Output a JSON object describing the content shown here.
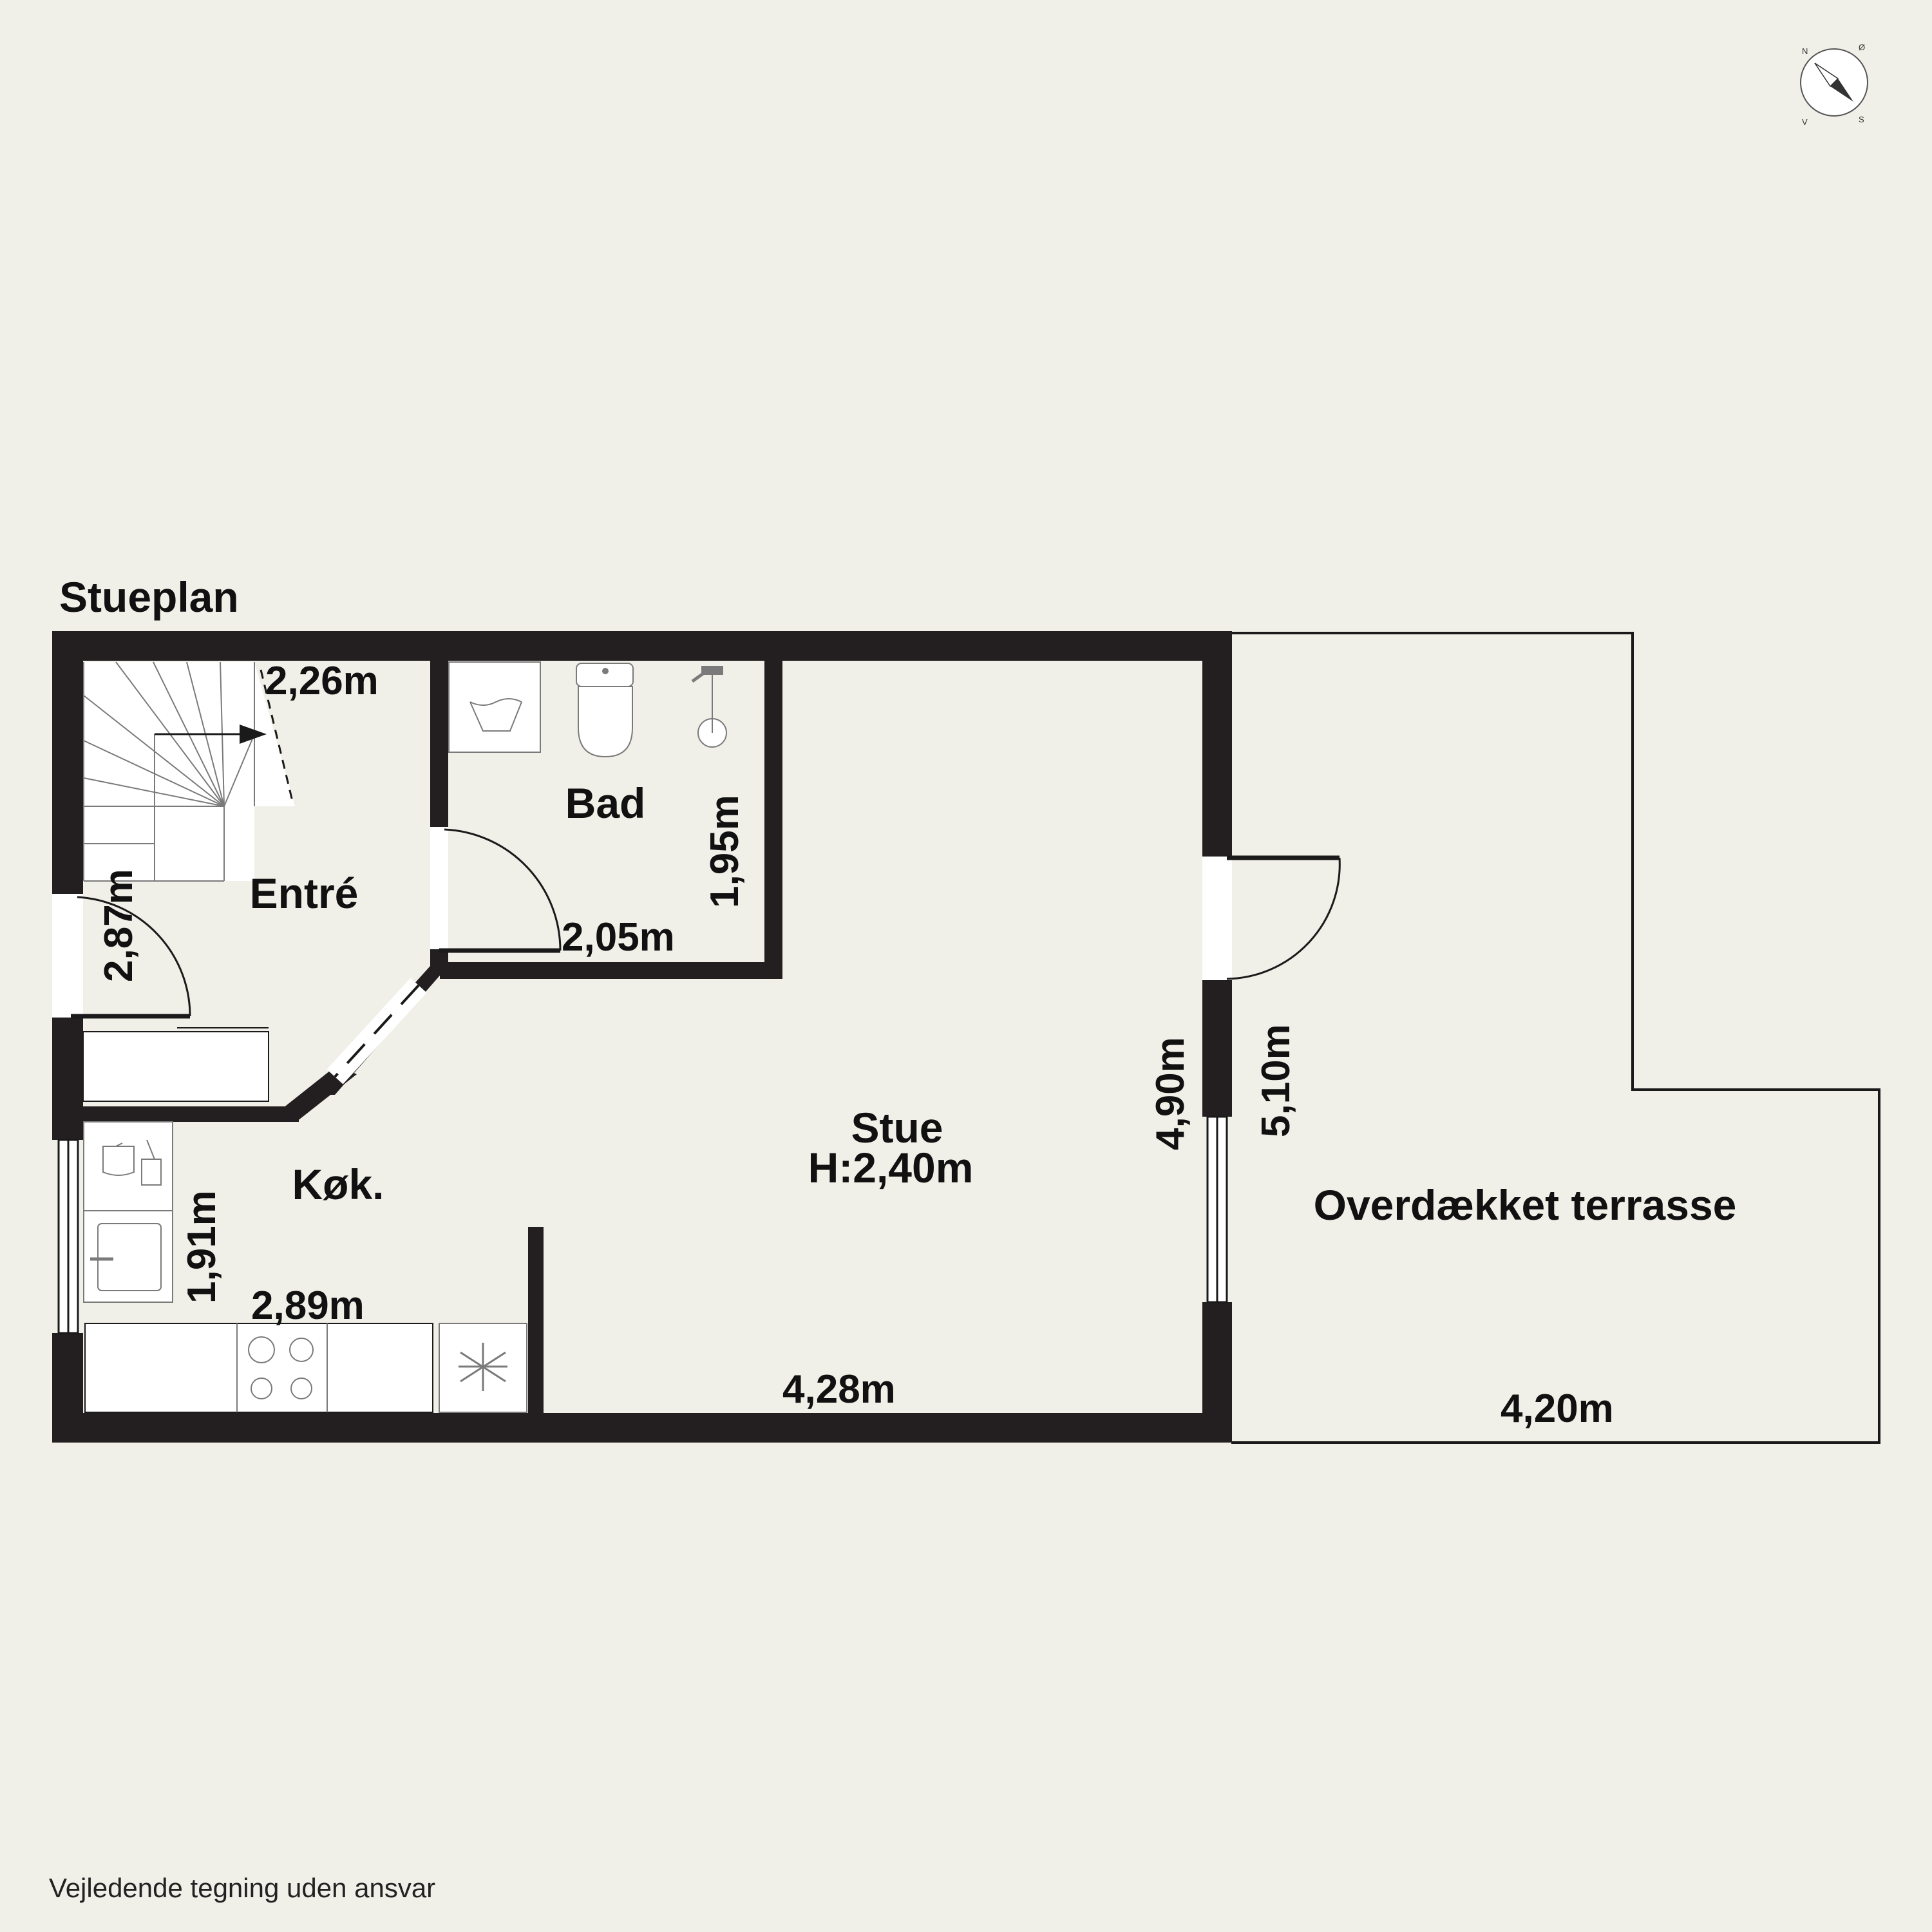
{
  "plan": {
    "title": "Stueplan",
    "footer": "Vejledende tegning uden ansvar"
  },
  "compass": {
    "n": "N",
    "e": "Ø",
    "s": "S",
    "w": "V"
  },
  "rooms": {
    "entre": "Entré",
    "bad": "Bad",
    "kokken": "Køk.",
    "stue": "Stue",
    "stue_height": "H:2,40m",
    "terrasse": "Overdækket terrasse"
  },
  "dimensions": {
    "entre_width": "2,26m",
    "entre_depth": "2,87m",
    "bad_depth": "1,95m",
    "bad_width": "2,05m",
    "kokken_depth": "1,91m",
    "kokken_width": "2,89m",
    "stue_width": "4,28m",
    "stue_depth": "4,90m",
    "terrasse_depth": "5,10m",
    "terrasse_width": "4,20m"
  },
  "colors": {
    "background": "#f0efe8",
    "wall": "#231f20",
    "line": "#1a1a1a",
    "fixture": "#7a7a7a"
  }
}
